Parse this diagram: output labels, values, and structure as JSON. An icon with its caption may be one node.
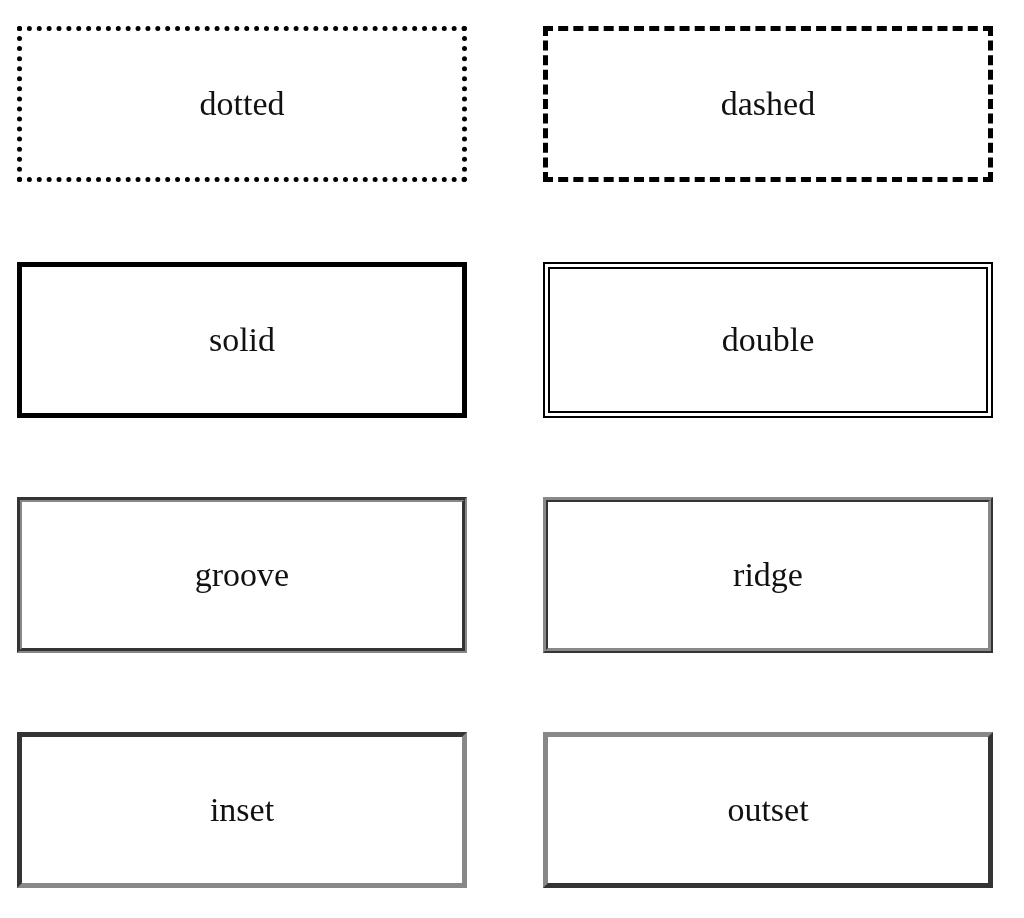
{
  "diagram": {
    "nodes": [
      {
        "text": [
          "dotted"
        ]
      },
      {
        "text": [
          "dashed"
        ]
      },
      {
        "text": [
          "solid"
        ]
      },
      {
        "text": [
          "double"
        ]
      },
      {
        "text": [
          "groove"
        ]
      },
      {
        "text": [
          "ridge"
        ]
      },
      {
        "text": [
          "inset"
        ]
      },
      {
        "text": [
          "outset"
        ]
      }
    ]
  }
}
